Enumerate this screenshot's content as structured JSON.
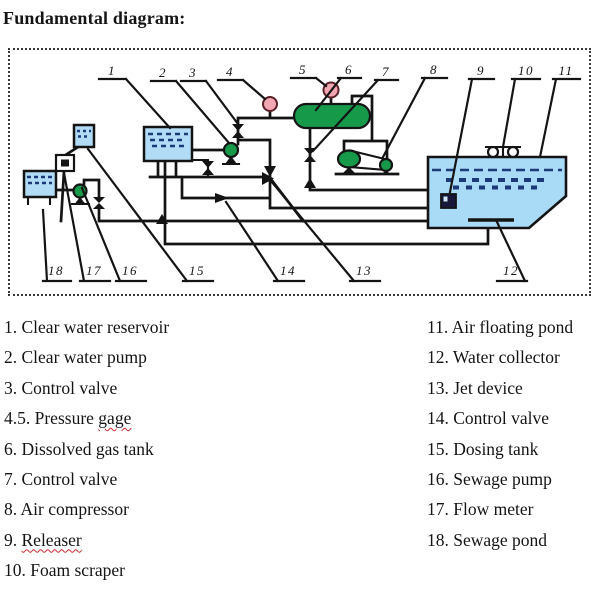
{
  "title": "Fundamental diagram:",
  "diagram": {
    "callout_labels": [
      "1",
      "2",
      "3",
      "4",
      "5",
      "6",
      "7",
      "8",
      "9",
      "10",
      "11",
      "12",
      "13",
      "14",
      "15",
      "16",
      "17",
      "18"
    ]
  },
  "legend": {
    "left": [
      "1. Clear water reservoir",
      "2. Clear water pump",
      "3. Control valve",
      "4.5. Pressure gage",
      "6. Dissolved gas tank",
      "7. Control valve",
      "8. Air compressor",
      "9. Releaser",
      "10. Foam scraper"
    ],
    "right": [
      "11. Air floating pond",
      "12. Water collector",
      "13. Jet device",
      "14. Control valve",
      "15. Dosing tank",
      "16. Sewage pump",
      "17. Flow meter",
      "18. Sewage pond"
    ],
    "misspelled_words": [
      "gage",
      "Releaser"
    ]
  },
  "colors": {
    "pipe": "#141414",
    "tank_fill": "#b2dcf5",
    "pond_fill": "#a9dbf6",
    "water_dash": "#1c3a78",
    "machine_green": "#17994a",
    "gauge_pink": "#f2a7b2",
    "border": "#3a3a3a",
    "squiggle": "#cc2a2a"
  }
}
